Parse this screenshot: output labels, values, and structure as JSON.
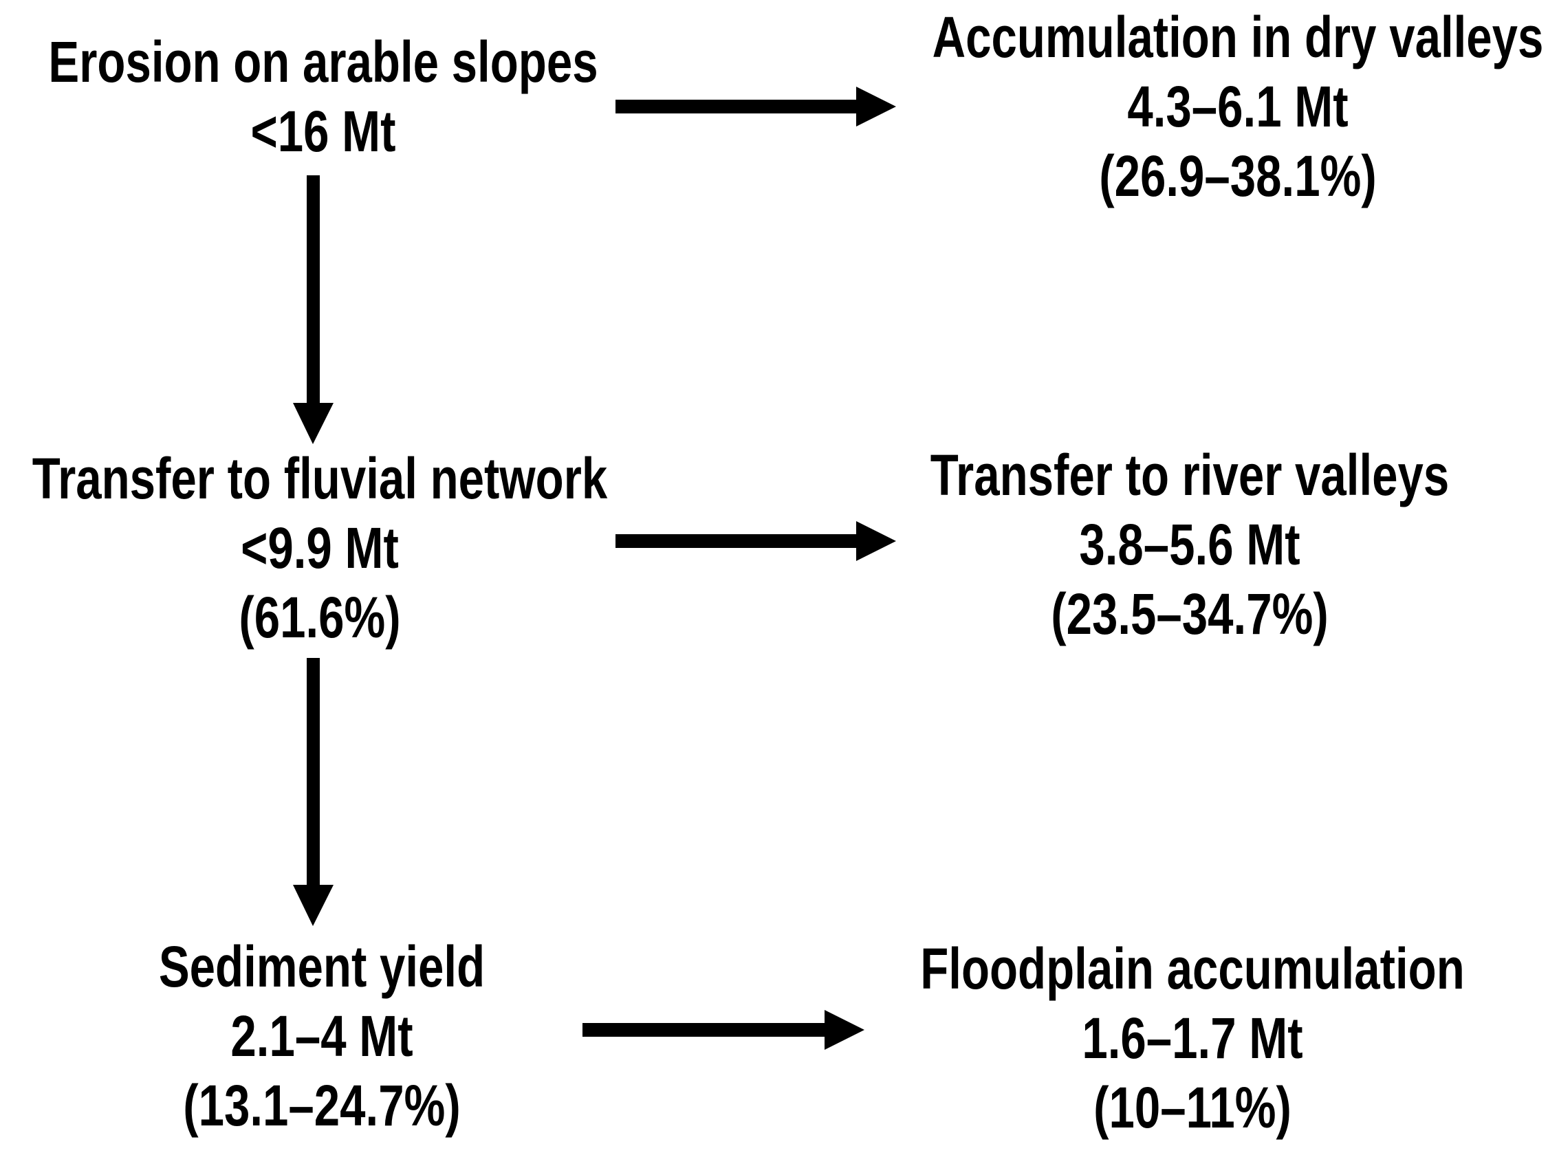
{
  "diagram": {
    "background_color": "#ffffff",
    "text_color": "#000000",
    "arrow_color": "#000000",
    "nodes": [
      {
        "id": "erosion-arable-slopes",
        "lines": [
          "Erosion on arable slopes",
          "<16 Mt"
        ]
      },
      {
        "id": "accumulation-dry-valleys",
        "lines": [
          "Accumulation in dry valleys",
          "4.3–6.1 Mt",
          "(26.9–38.1%)"
        ]
      },
      {
        "id": "transfer-fluvial-network",
        "lines": [
          "Transfer to fluvial network",
          "<9.9 Mt",
          "(61.6%)"
        ]
      },
      {
        "id": "transfer-river-valleys",
        "lines": [
          "Transfer to river valleys",
          "3.8–5.6 Mt",
          "(23.5–34.7%)"
        ]
      },
      {
        "id": "sediment-yield",
        "lines": [
          "Sediment yield",
          "2.1–4 Mt",
          "(13.1–24.7%)"
        ]
      },
      {
        "id": "floodplain-accumulation",
        "lines": [
          "Floodplain accumulation",
          "1.6–1.7 Mt",
          "(10–11%)"
        ]
      }
    ],
    "edges": [
      {
        "from": "erosion-arable-slopes",
        "to": "accumulation-dry-valleys",
        "direction": "right"
      },
      {
        "from": "erosion-arable-slopes",
        "to": "transfer-fluvial-network",
        "direction": "down"
      },
      {
        "from": "transfer-fluvial-network",
        "to": "transfer-river-valleys",
        "direction": "right"
      },
      {
        "from": "transfer-fluvial-network",
        "to": "sediment-yield",
        "direction": "down"
      },
      {
        "from": "sediment-yield",
        "to": "floodplain-accumulation",
        "direction": "right"
      }
    ]
  }
}
